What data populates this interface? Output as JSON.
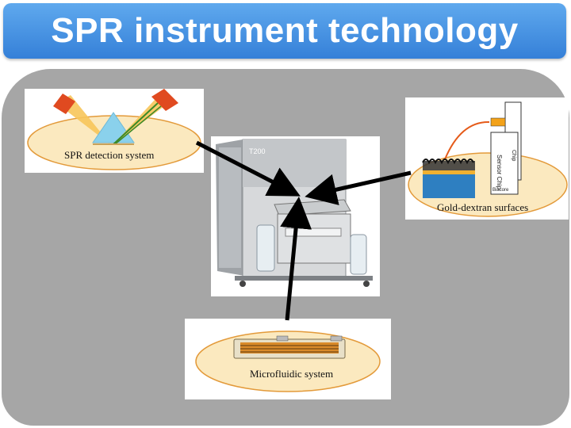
{
  "slide": {
    "title": "SPR instrument technology"
  },
  "panels": {
    "detection": {
      "label": "SPR detection system"
    },
    "surfaces": {
      "label": "Gold-dextran surfaces",
      "chip_text": "Sensor Chip",
      "chip_tab_text": "Chip",
      "chip_brand": "Biacore"
    },
    "microfluidic": {
      "label": "Microfluidic system"
    },
    "instrument": {
      "badge": "T200"
    }
  },
  "colors": {
    "title_bar": "#4a95e3",
    "background": "#a6a6a6",
    "ellipse_fill": "#fbe9bf",
    "ellipse_stroke": "#e39a3a",
    "arrow": "#000000"
  }
}
